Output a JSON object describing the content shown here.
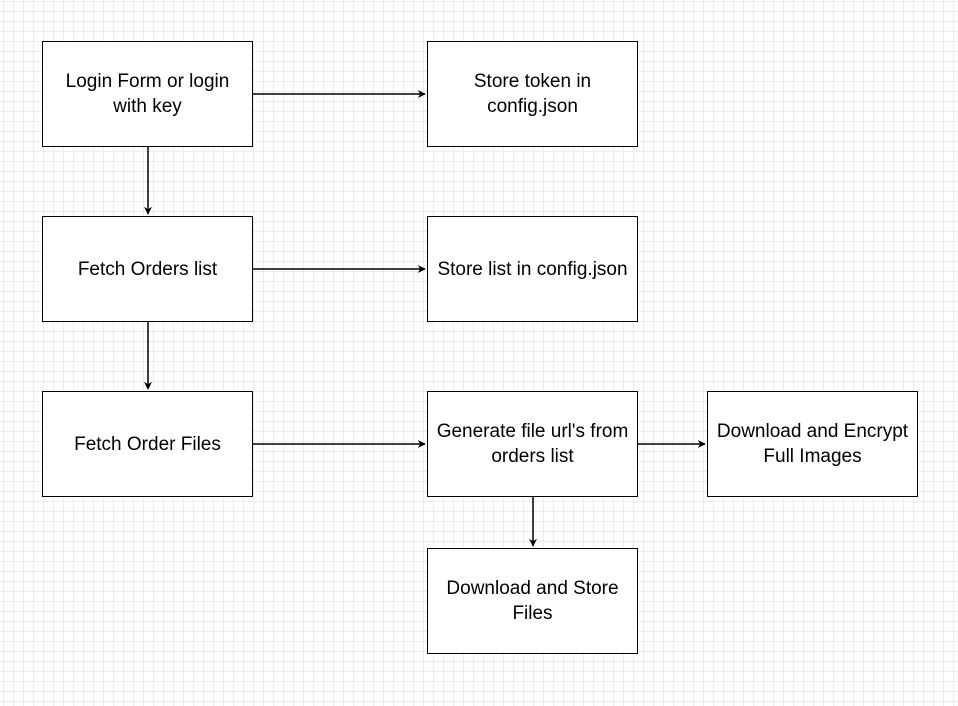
{
  "diagram": {
    "nodes": [
      {
        "id": "login",
        "text": "Login Form or login with key"
      },
      {
        "id": "token",
        "text": "Store token in config.json"
      },
      {
        "id": "fetch_orders",
        "text": "Fetch Orders list"
      },
      {
        "id": "store_list",
        "text": "Store list in config.json"
      },
      {
        "id": "fetch_files",
        "text": "Fetch Order Files"
      },
      {
        "id": "generate_urls",
        "text": "Generate file url's from orders list"
      },
      {
        "id": "download_encrypt",
        "text": "Download and Encrypt Full Images"
      },
      {
        "id": "download_store",
        "text": "Download and Store Files"
      }
    ],
    "edges": [
      {
        "from": "login",
        "to": "token"
      },
      {
        "from": "login",
        "to": "fetch_orders"
      },
      {
        "from": "fetch_orders",
        "to": "store_list"
      },
      {
        "from": "fetch_orders",
        "to": "fetch_files"
      },
      {
        "from": "fetch_files",
        "to": "generate_urls"
      },
      {
        "from": "generate_urls",
        "to": "download_encrypt"
      },
      {
        "from": "generate_urls",
        "to": "download_store"
      }
    ],
    "colors": {
      "stroke": "#000000",
      "fill": "#ffffff",
      "grid": "#ececec"
    }
  }
}
